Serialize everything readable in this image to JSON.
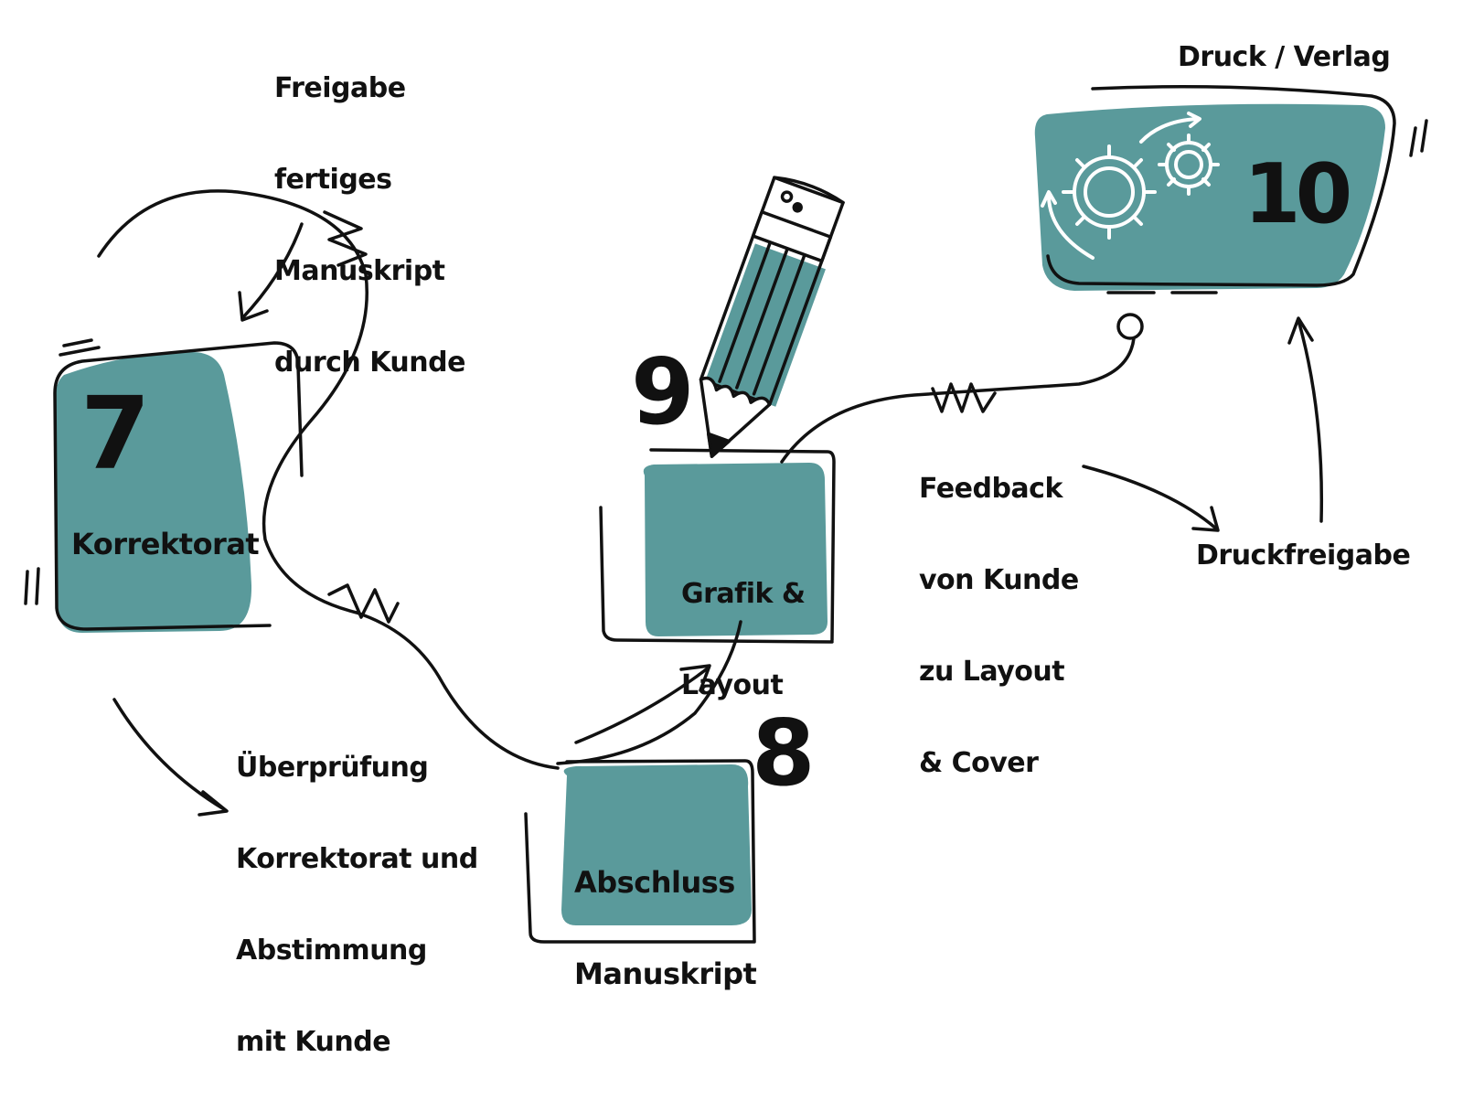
{
  "title": "Publishing process steps 7-10",
  "colors": {
    "accent": "#5a9a9b",
    "ink": "#111111",
    "background": "#ffffff"
  },
  "steps": [
    {
      "number": "7",
      "label": "Korrektorat"
    },
    {
      "number": "8",
      "label_lines": [
        "Abschluss",
        "Manuskript"
      ]
    },
    {
      "number": "9",
      "label_lines": [
        "Grafik &",
        "Layout"
      ]
    },
    {
      "number": "10",
      "header": "Druck / Verlag",
      "icon": "gears-icon"
    }
  ],
  "annotations": {
    "freigabe": [
      "Freigabe",
      "fertiges",
      "Manuskript",
      "durch Kunde"
    ],
    "ueberpruefung": [
      "Überprüfung",
      "Korrektorat und",
      "Abstimmung",
      "mit Kunde"
    ],
    "feedback": [
      "Feedback",
      "von Kunde",
      "zu Layout",
      "& Cover"
    ],
    "druckfreigabe": "Druckfreigabe"
  },
  "illustrations": {
    "pencil": "pencil-icon",
    "gears": "gears-icon"
  }
}
